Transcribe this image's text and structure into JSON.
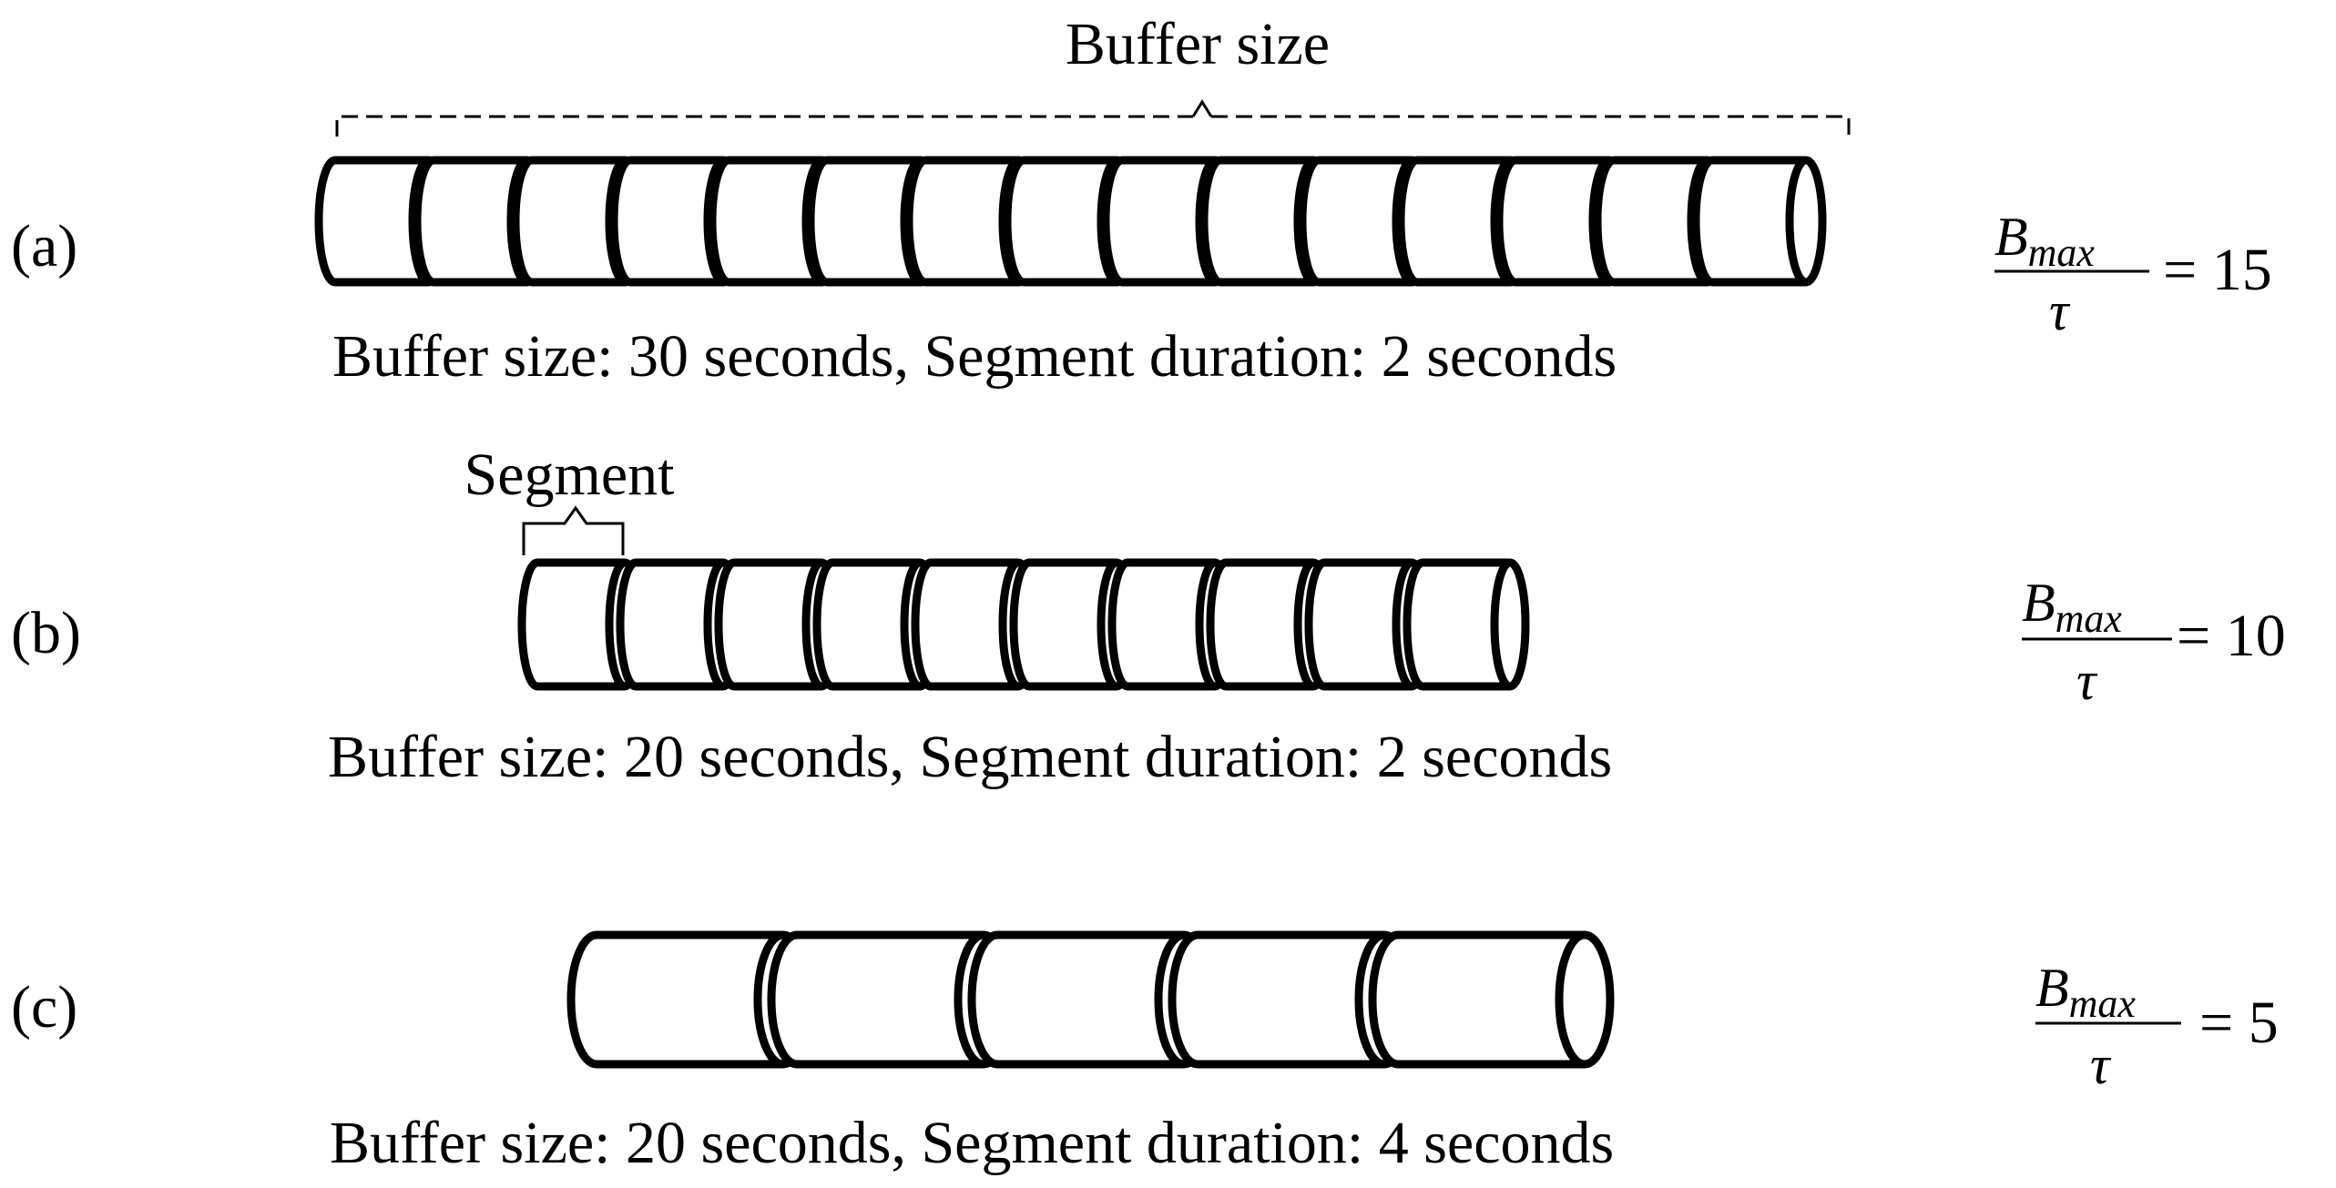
{
  "annotations": {
    "buffer_size": "Buffer size",
    "segment": "Segment"
  },
  "rows": [
    {
      "label": "(a)",
      "caption": "Buffer size: 30 seconds, Segment  duration: 2 seconds",
      "segment_count": 15,
      "formula": {
        "numerator": "B",
        "subscript": "max",
        "denominator": "τ",
        "equals": "= 15"
      }
    },
    {
      "label": "(b)",
      "caption": "Buffer size: 20 seconds, Segment  duration: 2 seconds",
      "segment_count": 10,
      "formula": {
        "numerator": "B",
        "subscript": "max",
        "denominator": "τ",
        "equals": "= 10"
      }
    },
    {
      "label": "(c)",
      "caption": "Buffer size: 20 seconds, Segment  duration: 4 seconds",
      "segment_count": 5,
      "formula": {
        "numerator": "B",
        "subscript": "max",
        "denominator": "τ",
        "equals": "= 5"
      }
    }
  ]
}
